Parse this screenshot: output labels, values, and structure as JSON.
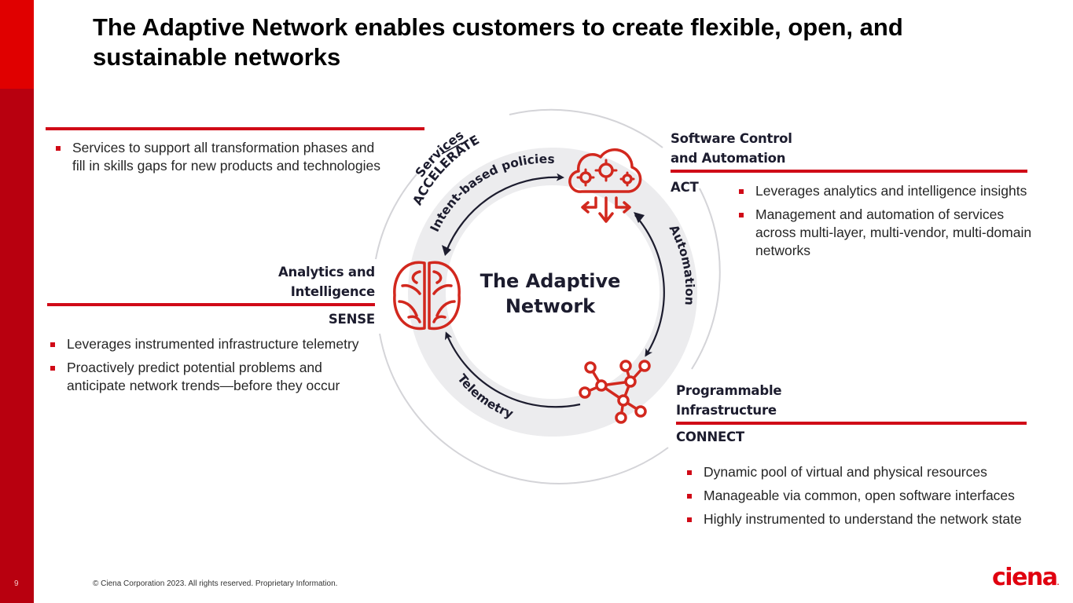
{
  "slide": {
    "title": "The Adaptive Network enables customers to create flexible, open, and sustainable networks",
    "page_number": "9",
    "copyright": "© Ciena Corporation 2023. All rights reserved. Proprietary Information.",
    "logo_text": "ciena",
    "logo_dot": "."
  },
  "colors": {
    "brand_red": "#e00000",
    "sidebar_dark_red": "#b8000f",
    "accent_red": "#d00a17",
    "icon_red": "#d2281e",
    "navy": "#1c1c2e",
    "ring_gray": "#ececee"
  },
  "diagram": {
    "center_title_line1": "The Adaptive",
    "center_title_line2": "Network",
    "outer_labels": {
      "services": "Services",
      "accelerate": "ACCELERATE"
    },
    "arrows": {
      "top_left": "Intent-based policies",
      "right": "Automation",
      "bottom_left": "Telemetry"
    },
    "icons": {
      "act": "cloud-gears-icon",
      "sense": "brain-icon",
      "connect": "network-nodes-icon"
    }
  },
  "sections": {
    "services": {
      "bullets": [
        "Services to support all transformation phases and fill in skills gaps for new products and technologies"
      ]
    },
    "act": {
      "heading_line1": "Software Control",
      "heading_line2": "and Automation",
      "verb": "ACT",
      "bullets": [
        "Leverages analytics and intelligence insights",
        "Management and automation of services across multi-layer, multi-vendor, multi-domain networks"
      ]
    },
    "sense": {
      "heading_line1": "Analytics and",
      "heading_line2": "Intelligence",
      "verb": "SENSE",
      "bullets": [
        "Leverages instrumented infrastructure telemetry",
        "Proactively predict potential problems and anticipate network trends—before they occur"
      ]
    },
    "connect": {
      "heading_line1": "Programmable",
      "heading_line2": "Infrastructure",
      "verb": "CONNECT",
      "bullets": [
        "Dynamic pool of virtual and physical resources",
        "Manageable via common, open software interfaces",
        "Highly instrumented to understand the network state"
      ]
    }
  }
}
